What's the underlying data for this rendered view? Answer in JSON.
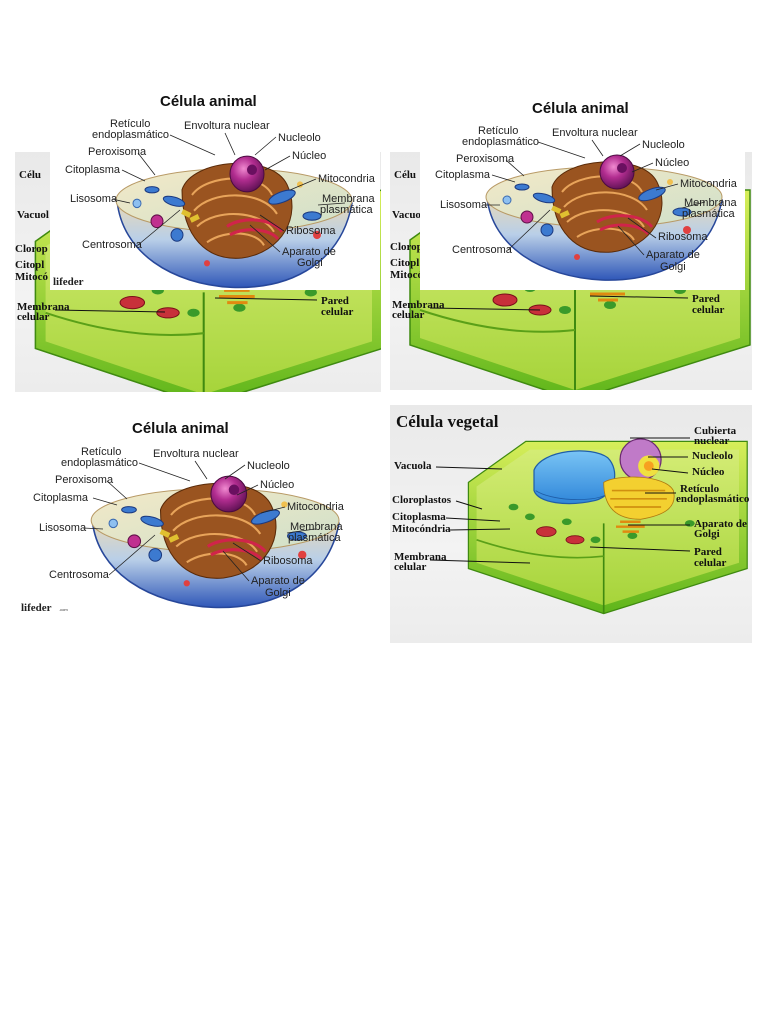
{
  "animal_cell": {
    "title": "Célula animal",
    "labels": {
      "reticulo": "Retículo endoplasmático",
      "envoltura": "Envoltura nuclear",
      "nucleolo": "Nucleolo",
      "nucleo": "Núcleo",
      "peroxisoma": "Peroxisoma",
      "citoplasma": "Citoplasma",
      "mitocondria": "Mitocondria",
      "membrana": "Membrana plasmática",
      "lisosoma": "Lisosoma",
      "ribosoma": "Ribosoma",
      "centrosoma": "Centrosoma",
      "golgi": "Aparato de Golgi"
    },
    "label_lines": {
      "reticulo_1": "Retículo",
      "reticulo_2": "endoplasmático",
      "membrana_1": "Membrana",
      "membrana_2": "plasmática",
      "golgi_1": "Aparato de",
      "golgi_2": "Golgi"
    },
    "brand": "lifeder",
    "brand_suffix": ".com"
  },
  "plant_cell": {
    "title": "Célula vegetal",
    "labels": {
      "vacuola": "Vacuola",
      "cloroplastos": "Cloroplastos",
      "citoplasma": "Citoplasma",
      "mitocondria": "Mitocóndria",
      "membrana": "Membrana celular",
      "cubierta": "Cubierta nuclear",
      "nucleolo": "Nucleolo",
      "nucleo": "Núcleo",
      "reticulo": "Retículo endoplasmático",
      "golgi": "Aparato de Golgi",
      "pared": "Pared celular"
    },
    "label_lines": {
      "membrana_1": "Membrana",
      "membrana_2": "celular",
      "cubierta_1": "Cubierta",
      "cubierta_2": "nuclear",
      "reticulo_1": "Retículo",
      "reticulo_2": "endoplasmático",
      "golgi_1": "Aparato de",
      "golgi_2": "Golgi",
      "pared_1": "Pared",
      "pared_2": "celular"
    },
    "cropped_labels": {
      "vacuola": "Vacuol",
      "cloroplastos": "Clorop",
      "citoplasma": "Citopl",
      "mitocondria": "Mitocó"
    }
  },
  "colors": {
    "cell_green": "#9fd62a",
    "wall_green": "#6fbf1f",
    "vacuole_blue": "#4aa8e8",
    "nucleus_purple": "#9a2f8a",
    "golgi_orange": "#d9661f",
    "er_brown": "#8a4a1a",
    "animal_blue": "#3b5fb0"
  }
}
